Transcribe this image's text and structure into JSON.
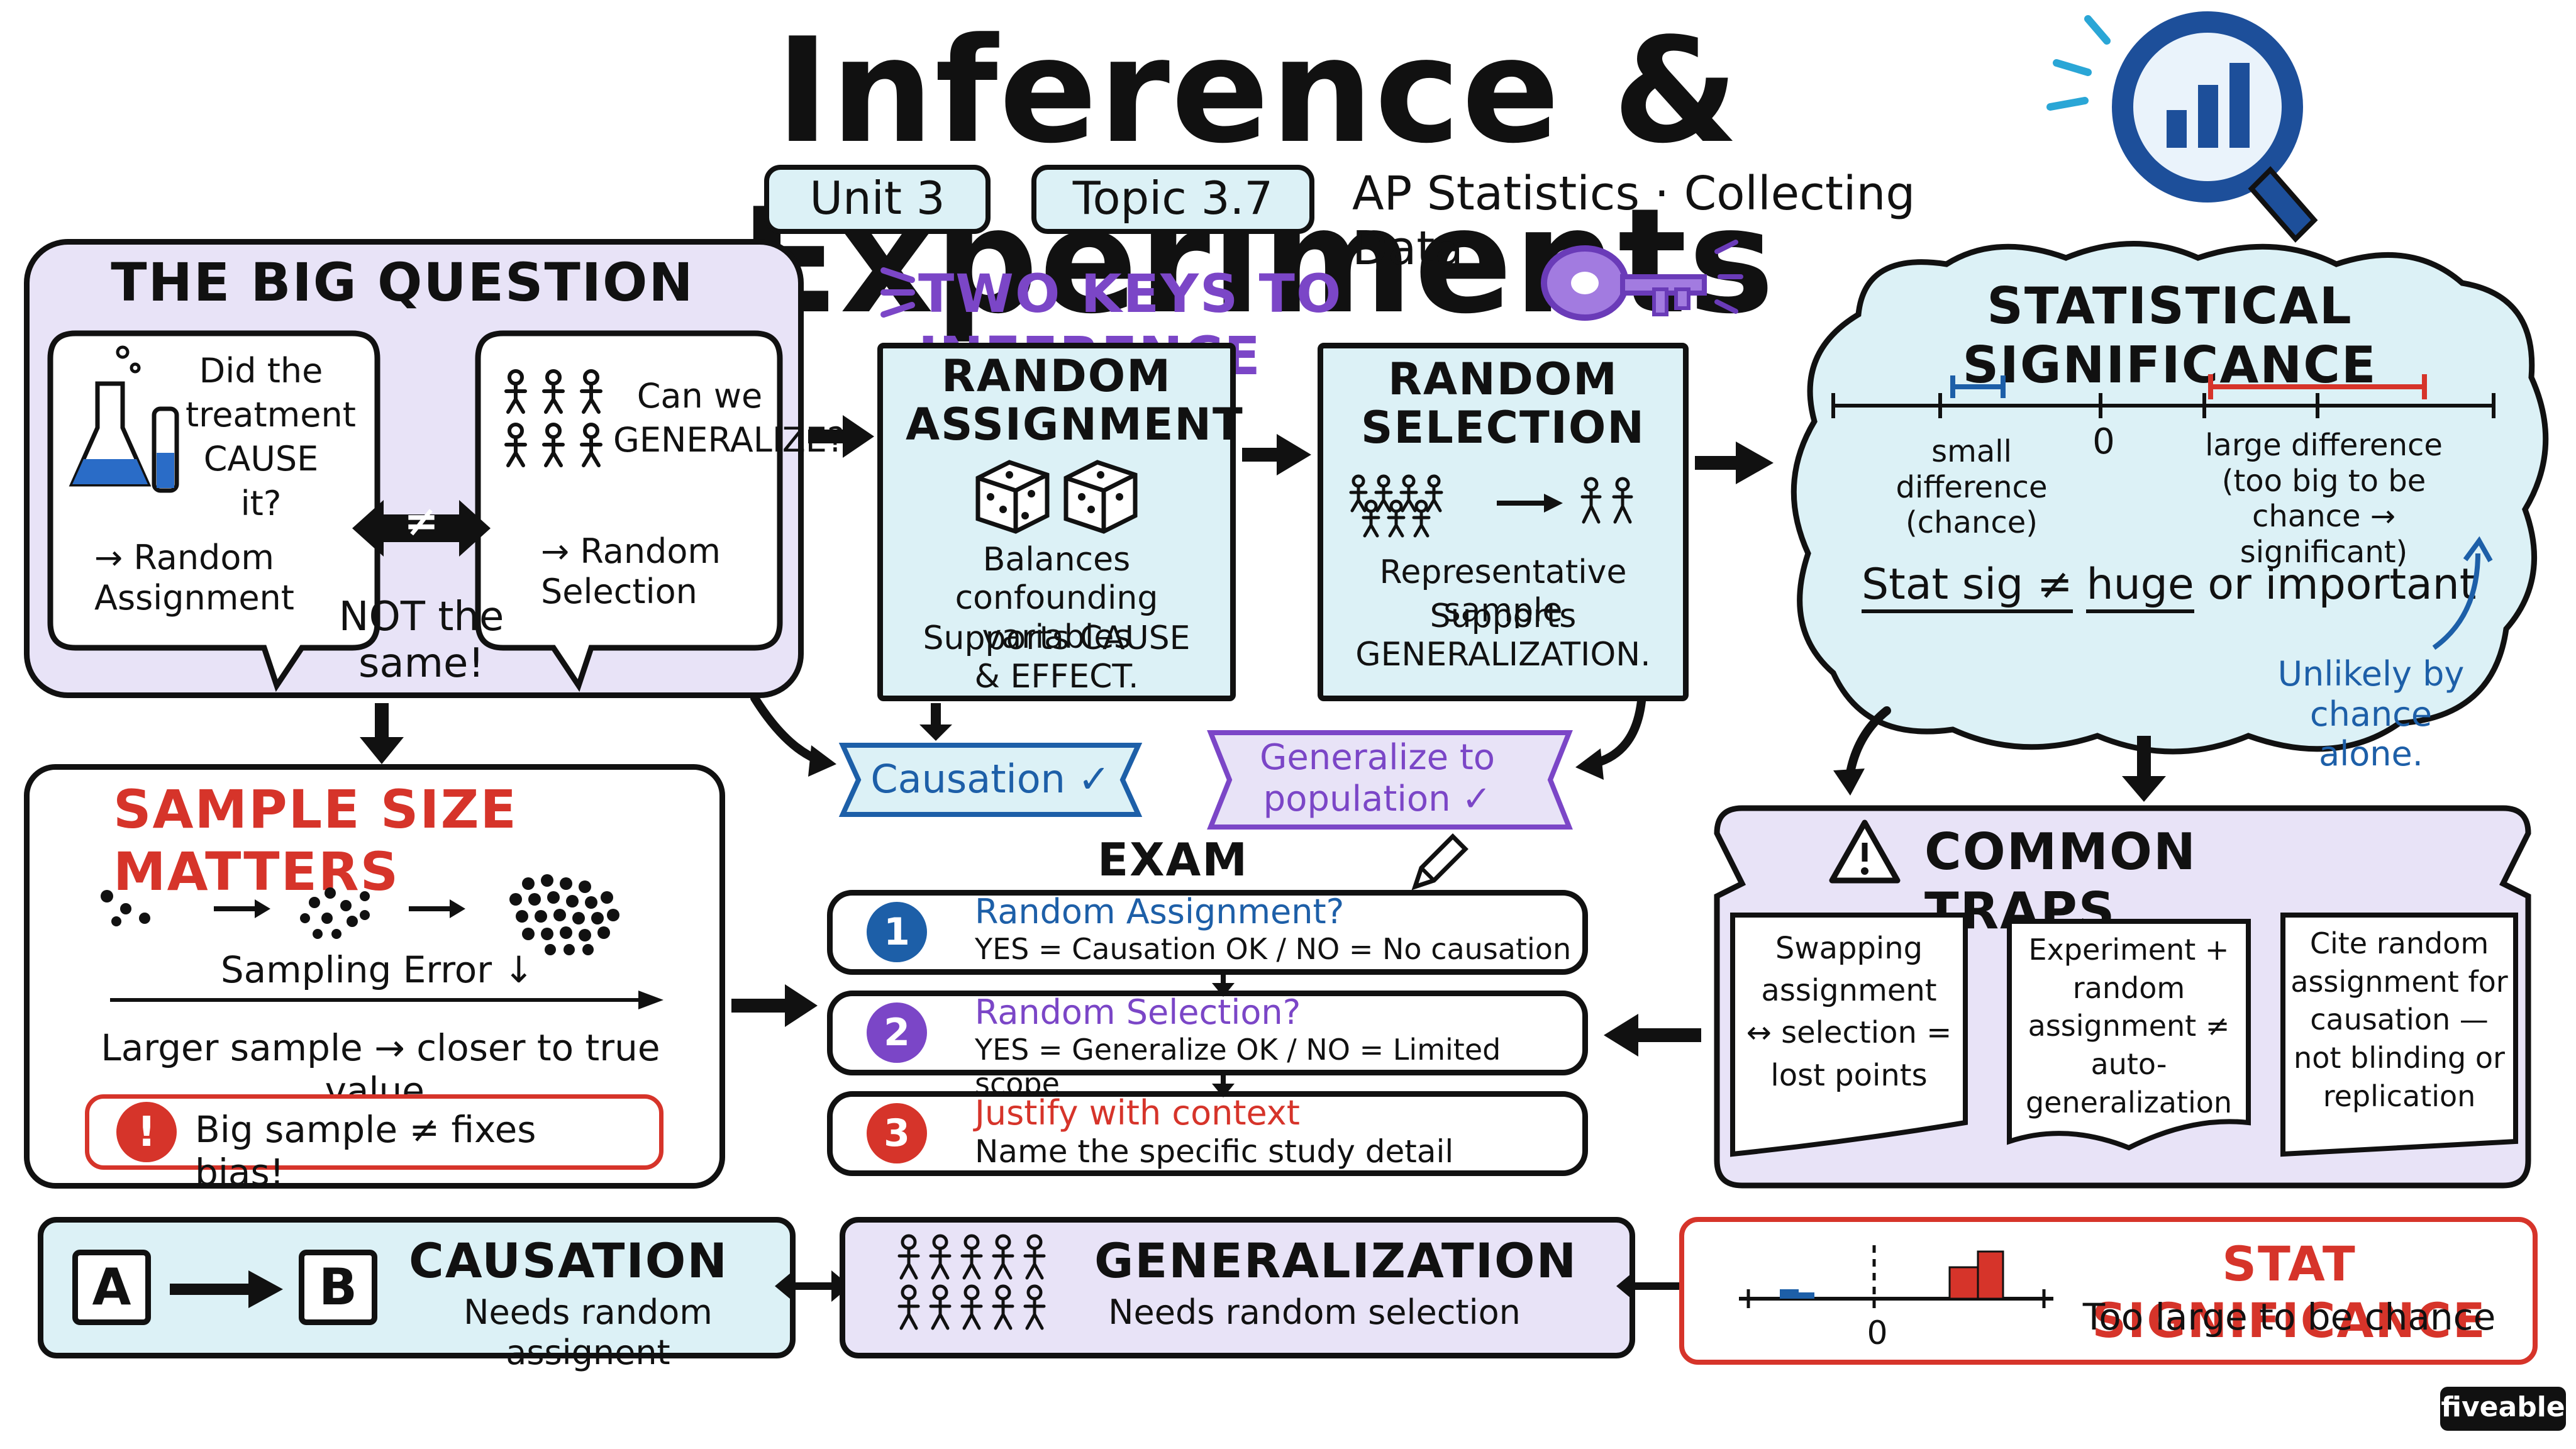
{
  "title": "Inference & Experiments",
  "tags": {
    "unit": "Unit 3",
    "topic": "Topic 3.7",
    "course": "AP Statistics · Collecting Data"
  },
  "big_question": {
    "header": "THE BIG QUESTION",
    "left": {
      "question": "Did the treatment CAUSE it?",
      "answer": "→ Random Assignment"
    },
    "right": {
      "question": "Can we GENERALIZE?",
      "answer": "→ Random Selection"
    },
    "not_same_symbol": "≠",
    "not_same": "NOT the same!"
  },
  "two_keys": {
    "header": "TWO KEYS TO INFERENCE",
    "assignment": {
      "title": "RANDOM ASSIGNMENT",
      "line1": "Balances confounding variables",
      "line2": "Supports CAUSE & EFFECT."
    },
    "selection": {
      "title": "RANDOM SELECTION",
      "line1": "Representative sample",
      "line2": "Supports GENERALIZATION."
    },
    "causation_banner": "Causation ✓",
    "generalize_banner": "Generalize to population ✓"
  },
  "stat_sig": {
    "header": "STATISTICAL SIGNIFICANCE",
    "small": "small difference (chance)",
    "zero": "0",
    "large": "large difference (too big to be chance → significant)",
    "note_part1": "Stat sig ≠",
    "note_huge": "huge",
    "note_part2": "or important",
    "unlikely": "Unlikely by chance alone."
  },
  "sample_size": {
    "header": "SAMPLE SIZE MATTERS",
    "sampling_error": "Sampling Error ↓",
    "larger": "Larger sample → closer to true value.",
    "warning_icon": "!",
    "warning": "Big sample ≠ fixes bias!"
  },
  "exam": {
    "header": "EXAM STRATEGY",
    "steps": [
      {
        "n": "1",
        "title": "Random Assignment?",
        "detail": "YES = Causation OK / NO = No causation"
      },
      {
        "n": "2",
        "title": "Random Selection?",
        "detail": "YES = Generalize OK / NO = Limited scope"
      },
      {
        "n": "3",
        "title": "Justify with context",
        "detail": "Name the specific study detail"
      }
    ]
  },
  "traps": {
    "header": "COMMON TRAPS",
    "items": [
      "Swapping assignment ↔ selection = lost points",
      "Experiment + random assignment ≠ auto-generalization",
      "Cite random assignment for causation — not blinding or replication"
    ]
  },
  "summary": {
    "causation": {
      "a": "A",
      "b": "B",
      "title": "CAUSATION",
      "sub": "Needs random assignent"
    },
    "generalization": {
      "title": "GENERALIZATION",
      "sub": "Needs random selection"
    },
    "significance": {
      "title": "STAT SIGNIFICANCE",
      "sub": "Too large to be chance",
      "zero": "0"
    }
  },
  "brand": "fiveable",
  "colors": {
    "lavender": "#e8e3f7",
    "cyan": "#dcf1f6",
    "blue": "#1d5fa8",
    "purple": "#7b46c7",
    "red": "#d6342a"
  },
  "icons": [
    "magnifier-chart-icon",
    "key-icon",
    "flask-icon",
    "people-icon",
    "dice-icon",
    "pencil-icon",
    "warning-icon",
    "arrow-icon"
  ]
}
